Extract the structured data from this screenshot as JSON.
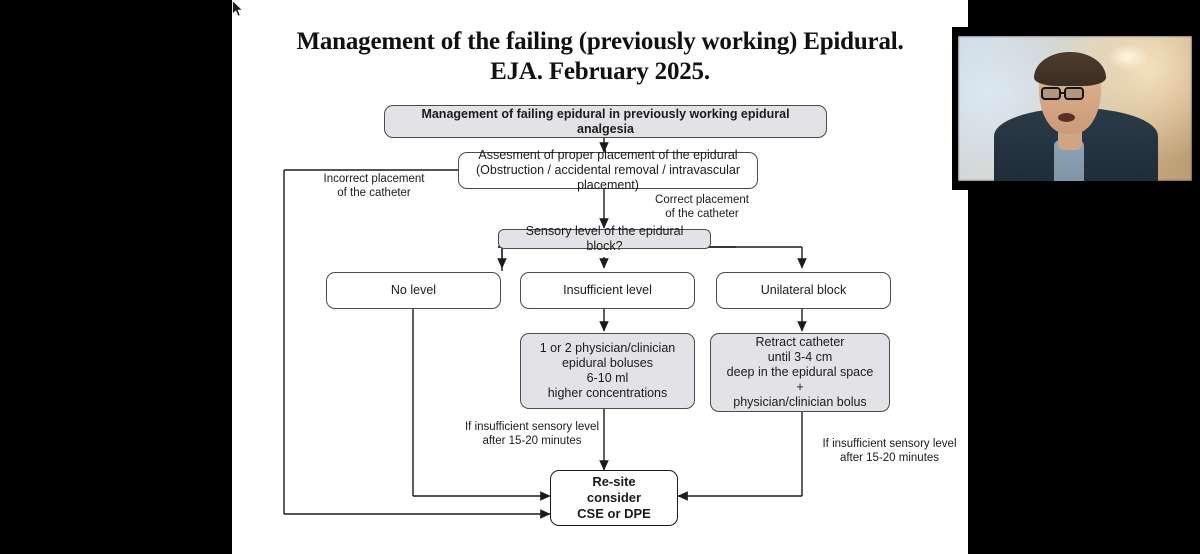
{
  "slide": {
    "title_line1": "Management of the failing (previously working) Epidural.",
    "title_line2": "EJA. February 2025."
  },
  "flowchart": {
    "nodes": [
      {
        "id": "root",
        "label": "Management of failing epidural in previously working epidural analgesia"
      },
      {
        "id": "assessment",
        "label": "Assesment of proper placement of the epidural\n(Obstruction / accidental removal / intravascular placement)"
      },
      {
        "id": "sensory",
        "label": "Sensory level of the epidural block?"
      },
      {
        "id": "no-level",
        "label": "No level"
      },
      {
        "id": "insufficient",
        "label": "Insufficient level"
      },
      {
        "id": "unilateral",
        "label": "Unilateral block"
      },
      {
        "id": "boluses",
        "label": "1 or 2 physician/clinician\nepidural boluses\n6-10 ml\nhigher concentrations"
      },
      {
        "id": "retract",
        "label": "Retract catheter\nuntil 3-4 cm\ndeep in the epidural space\n+\nphysician/clinician bolus"
      },
      {
        "id": "resite",
        "label": "Re-site\nconsider\nCSE or DPE"
      }
    ],
    "edge_labels": [
      {
        "id": "incorrect-placement",
        "text": "Incorrect placement\nof the catheter"
      },
      {
        "id": "correct-placement",
        "text": "Correct placement\nof the catheter"
      },
      {
        "id": "insufficient-left",
        "text": "If insufficient sensory level\nafter 15-20 minutes"
      },
      {
        "id": "insufficient-right",
        "text": "If insufficient sensory level\nafter 15-20 minutes"
      }
    ]
  },
  "webcam": {
    "participant": "presenter-video"
  },
  "colors": {
    "slide_background": "#ffffff",
    "app_background": "#000000",
    "node_fill_gray": "#e3e3e7",
    "node_fill_white": "#ffffff",
    "node_border": "#4a4a4f",
    "text": "#1b1b1b"
  }
}
